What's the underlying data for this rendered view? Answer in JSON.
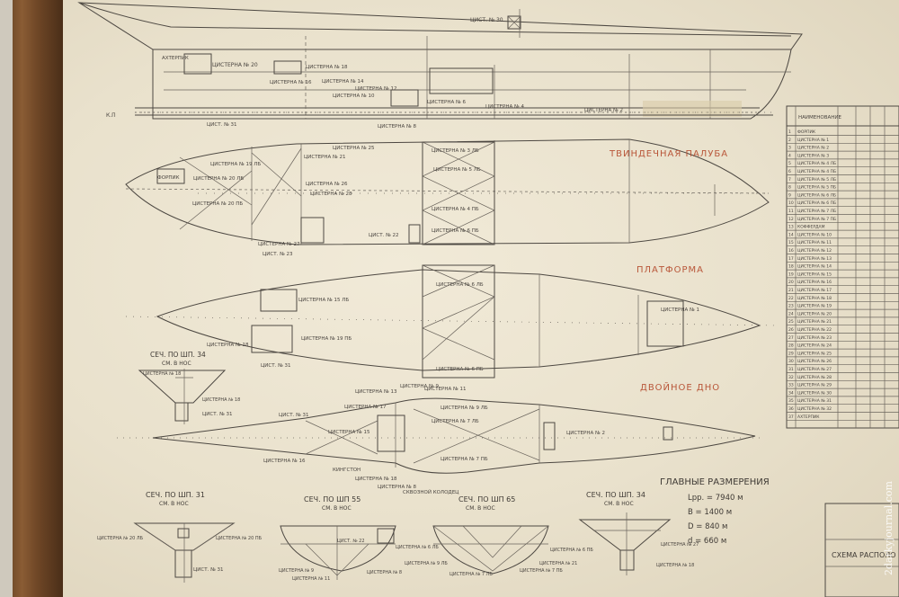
{
  "decks": {
    "tween": "ТВИНДЕЧНАЯ ПАЛУБА",
    "platform": "ПЛАТФОРМА",
    "double_bottom": "ДВОЙНОЕ ДНО"
  },
  "sections": {
    "s34_top": "СЕЧ. ПО ШП. 34",
    "s34_top_sub": "СМ. В НОС",
    "s31": "СЕЧ. ПО ШП. 31",
    "s31_sub": "СМ. В НОС",
    "s55": "СЕЧ. ПО ШП 55",
    "s55_sub": "СМ. В НОС",
    "s65": "СЕЧ. ПО ШП 65",
    "s65_sub": "СМ. В НОС",
    "s34b": "СЕЧ. ПО ШП. 34",
    "s34b_sub": "СМ. В НОС"
  },
  "dimensions": {
    "title": "ГЛАВНЫЕ РАЗМЕРЕНИЯ",
    "lpp": "Lpp. = 7940 м",
    "b": "B = 1400 м",
    "d1": "D = 840 м",
    "d2": "d = 660 м"
  },
  "labels": {
    "t30": "ЦИСТ. № 30",
    "t20": "ЦИСТЕРНА № 20",
    "t16": "ЦИСТЕРНА № 16",
    "t18": "ЦИСТЕРНА № 18",
    "t12": "ЦИСТЕРНА № 12",
    "t14": "ЦИСТЕРНА № 14",
    "t10": "ЦИСТЕРНА № 10",
    "t8": "ЦИСТЕРНА № 8",
    "t6": "ЦИСТЕРНА № 6",
    "t4": "ЦИСТЕРНА № 4",
    "t2": "ЦИСТЕРНА № 2",
    "t31": "ЦИСТ. № 31",
    "t25": "ЦИСТЕРНА № 25",
    "t21": "ЦИСТЕРНА № 21",
    "t19lb": "ЦИСТЕРНА № 19 ЛБ",
    "t20lb": "ЦИСТЕРНА № 20 ЛБ",
    "t20pb": "ЦИСТЕРНА № 20 ПБ",
    "t26": "ЦИСТЕРНА № 26",
    "t28": "ЦИСТЕРНА № 28",
    "t27": "ЦИСТЕРНА № 27",
    "t3lb": "ЦИСТЕРНА № 3 ЛБ",
    "t5lb": "ЦИСТЕРНА № 5 ЛБ",
    "t6pb": "ЦИСТЕРНА № 6 ПБ",
    "t4pb": "ЦИСТЕРНА № 4 ПБ",
    "t6lb": "ЦИСТЕРНА № 6 ЛБ",
    "t15lb": "ЦИСТЕРНА № 15 ЛБ",
    "t19pb": "ЦИСТЕРНА № 19 ПБ",
    "t9lb": "ЦИСТЕРНА № 9 ЛБ",
    "t7lb": "ЦИСТЕРНА № 7 ЛБ",
    "t7pb": "ЦИСТЕРНА № 7 ПБ",
    "t1": "ЦИСТЕРНА № 1",
    "t13": "ЦИСТЕРНА № 13",
    "t11": "ЦИСТЕРНА № 11",
    "t9": "ЦИСТЕРНА № 9",
    "t17": "ЦИСТЕРНА № 17",
    "t15": "ЦИСТЕРНА № 15",
    "t22": "ЦИСТ. № 22",
    "t23": "ЦИСТ. № 23",
    "kingston": "КИНГСТОН",
    "kolodets": "СКВОЗНОЙ КОЛОДЕЦ",
    "akhterpik": "АХТЕРПИК",
    "forpik": "ФОРПИК",
    "kp": "К.П"
  },
  "table": {
    "header": "НАИМЕНОВАНИЕ",
    "rows": [
      "ФОРПИК",
      "ЦИСТЕРНА № 1",
      "ЦИСТЕРНА № 2",
      "ЦИСТЕРНА № 3",
      "ЦИСТЕРНА № 4 ЛБ",
      "ЦИСТЕРНА № 4 ПБ",
      "ЦИСТЕРНА № 5 ЛБ",
      "ЦИСТЕРНА № 5 ПБ",
      "ЦИСТЕРНА № 6 ЛБ",
      "ЦИСТЕРНА № 6 ПБ",
      "ЦИСТЕРНА № 7 ЛБ",
      "ЦИСТЕРНА № 7 ПБ",
      "КОФФЕРДАМ",
      "ЦИСТЕРНА № 10",
      "ЦИСТЕРНА № 11",
      "ЦИСТЕРНА № 12",
      "ЦИСТЕРНА № 13",
      "ЦИСТЕРНА № 14",
      "ЦИСТЕРНА № 15",
      "ЦИСТЕРНА № 16",
      "ЦИСТЕРНА № 17",
      "ЦИСТЕРНА № 18",
      "ЦИСТЕРНА № 19",
      "ЦИСТЕРНА № 20",
      "ЦИСТЕРНА № 21",
      "ЦИСТЕРНА № 22",
      "ЦИСТЕРНА № 23",
      "ЦИСТЕРНА № 24",
      "ЦИСТЕРНА № 25",
      "ЦИСТЕРНА № 26",
      "ЦИСТЕРНА № 27",
      "ЦИСТЕРНА № 28",
      "ЦИСТЕРНА № 29",
      "ЦИСТЕРНА № 30",
      "ЦИСТЕРНА № 31",
      "ЦИСТЕРНА № 32",
      "АХТЕРПИК"
    ]
  },
  "stamp": "СХЕМА РАСПОЛО",
  "watermark": "2darkyjournal.com"
}
